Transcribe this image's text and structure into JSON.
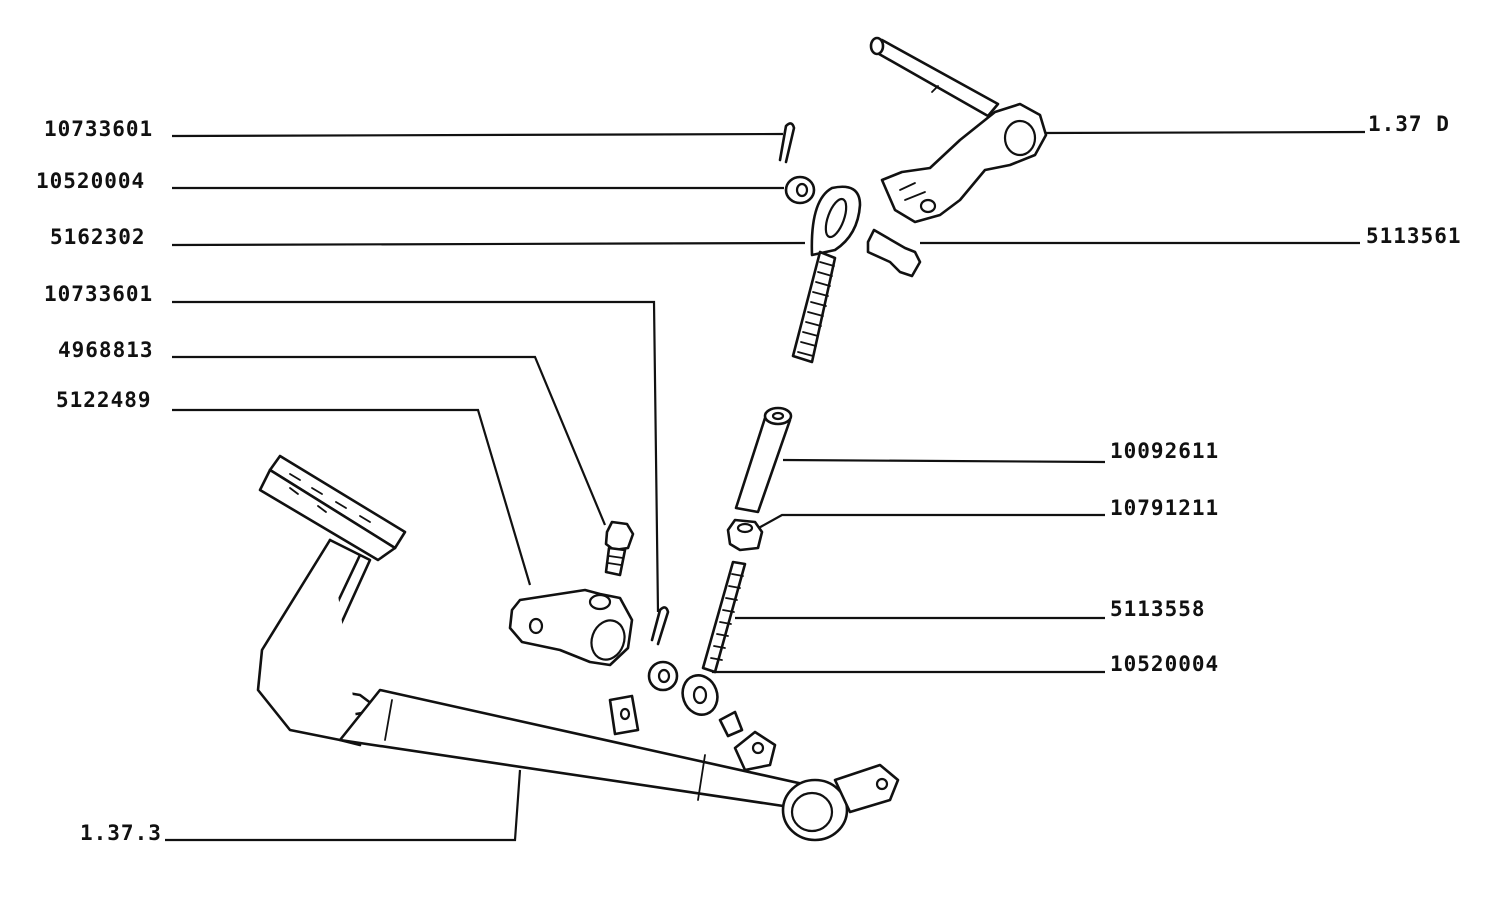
{
  "labels": {
    "l1": "10733601",
    "l2": "10520004",
    "l3": "5162302",
    "l4": "10733601",
    "l5": "4968813",
    "l6": "5122489",
    "l7": "1.37.3",
    "r1": "1.37 D",
    "r2": "5113561",
    "r3": "10092611",
    "r4": "10791211",
    "r5": "5113558",
    "r6": "10520004"
  }
}
